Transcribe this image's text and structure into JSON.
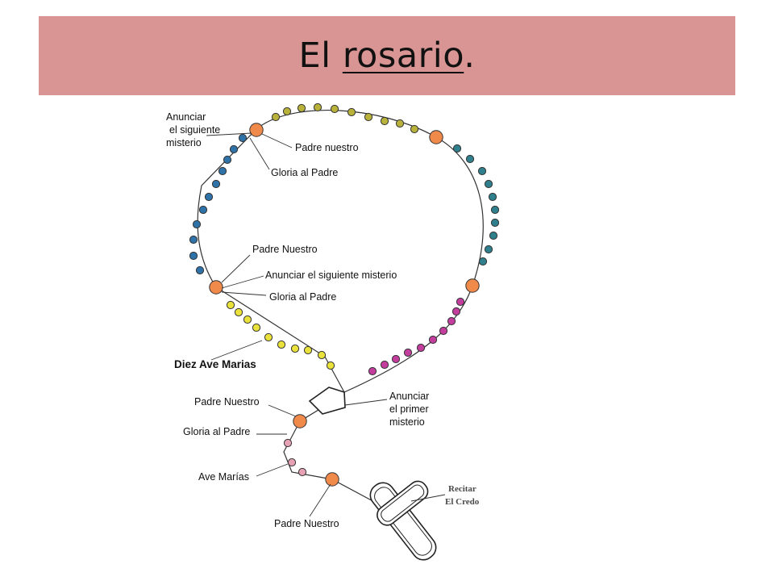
{
  "title": {
    "prefix": "El ",
    "main": "rosario",
    "suffix": "."
  },
  "colors": {
    "title_bar": "#d89593",
    "padre_bead": "#f08a4b",
    "ave_olive": "#b8b23a",
    "ave_teal": "#2f7f8c",
    "ave_blue": "#2f72a8",
    "ave_yellow": "#eae23b",
    "ave_magenta": "#c23d9c",
    "ave_pink": "#e6a2b4"
  },
  "labels": {
    "anunciar_top_1": "Anunciar",
    "anunciar_top_2": "el siguiente",
    "anunciar_top_3": "misterio",
    "padre_top": "Padre nuestro",
    "gloria_top": "Gloria al Padre",
    "padre_mid": "Padre Nuestro",
    "anunciar_mid": "Anunciar el siguiente misterio",
    "gloria_mid": "Gloria al Padre",
    "diez_ave": "Diez Ave Marias",
    "anunciar_primer_1": "Anunciar",
    "anunciar_primer_2": "el primer",
    "anunciar_primer_3": "misterio",
    "padre_low": "Padre Nuestro",
    "gloria_low": "Gloria al Padre",
    "ave_marias": "Ave Marías",
    "padre_bottom": "Padre Nuestro",
    "recitar_1": "Recitar",
    "recitar_2": "El Credo"
  },
  "icons": {
    "crucifix": "cross-icon",
    "centerpiece": "medal-icon"
  }
}
